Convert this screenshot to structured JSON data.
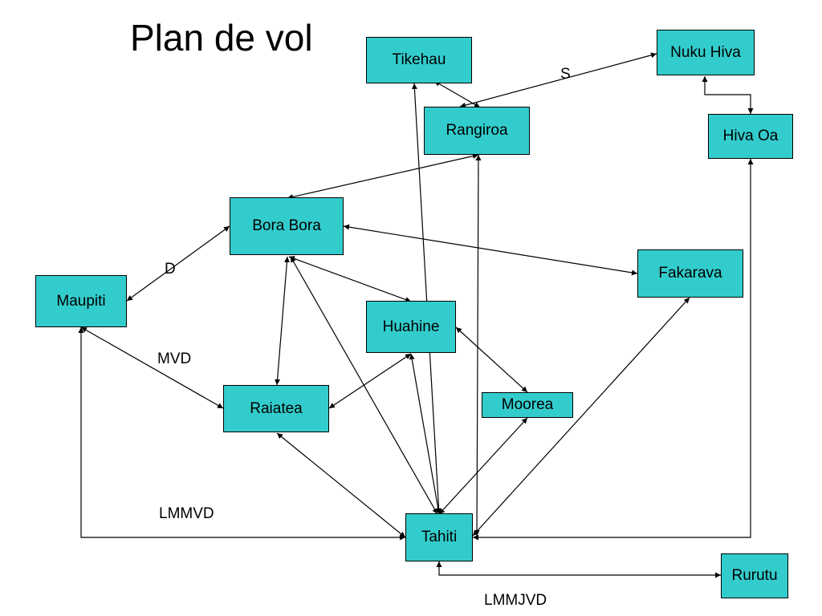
{
  "title": "Plan de vol",
  "colors": {
    "node_fill": "#33cccc",
    "line": "#000000"
  },
  "nodes": {
    "tikehau": "Tikehau",
    "nuku_hiva": "Nuku Hiva",
    "rangiroa": "Rangiroa",
    "hiva_oa": "Hiva Oa",
    "bora_bora": "Bora Bora",
    "fakarava": "Fakarava",
    "maupiti": "Maupiti",
    "huahine": "Huahine",
    "raiatea": "Raiatea",
    "moorea": "Moorea",
    "tahiti": "Tahiti",
    "rurutu": "Rurutu"
  },
  "edge_labels": {
    "s": "S",
    "d": "D",
    "mvd": "MVD",
    "lmmvd": "LMMVD",
    "lmmjvd": "LMMJVD"
  },
  "edges": [
    {
      "from": "tikehau",
      "to": "rangiroa"
    },
    {
      "from": "rangiroa",
      "to": "nuku_hiva"
    },
    {
      "from": "nuku_hiva",
      "to": "hiva_oa"
    },
    {
      "from": "rangiroa",
      "to": "bora_bora"
    },
    {
      "from": "bora_bora",
      "to": "fakarava"
    },
    {
      "from": "bora_bora",
      "to": "maupiti"
    },
    {
      "from": "bora_bora",
      "to": "huahine"
    },
    {
      "from": "bora_bora",
      "to": "raiatea"
    },
    {
      "from": "bora_bora",
      "to": "tahiti"
    },
    {
      "from": "maupiti",
      "to": "raiatea"
    },
    {
      "from": "maupiti",
      "to": "tahiti"
    },
    {
      "from": "huahine",
      "to": "raiatea"
    },
    {
      "from": "huahine",
      "to": "moorea"
    },
    {
      "from": "huahine",
      "to": "tahiti"
    },
    {
      "from": "raiatea",
      "to": "tahiti"
    },
    {
      "from": "moorea",
      "to": "tahiti"
    },
    {
      "from": "tikehau",
      "to": "tahiti"
    },
    {
      "from": "rangiroa",
      "to": "tahiti"
    },
    {
      "from": "fakarava",
      "to": "tahiti"
    },
    {
      "from": "hiva_oa",
      "to": "tahiti"
    },
    {
      "from": "tahiti",
      "to": "rurutu"
    }
  ]
}
